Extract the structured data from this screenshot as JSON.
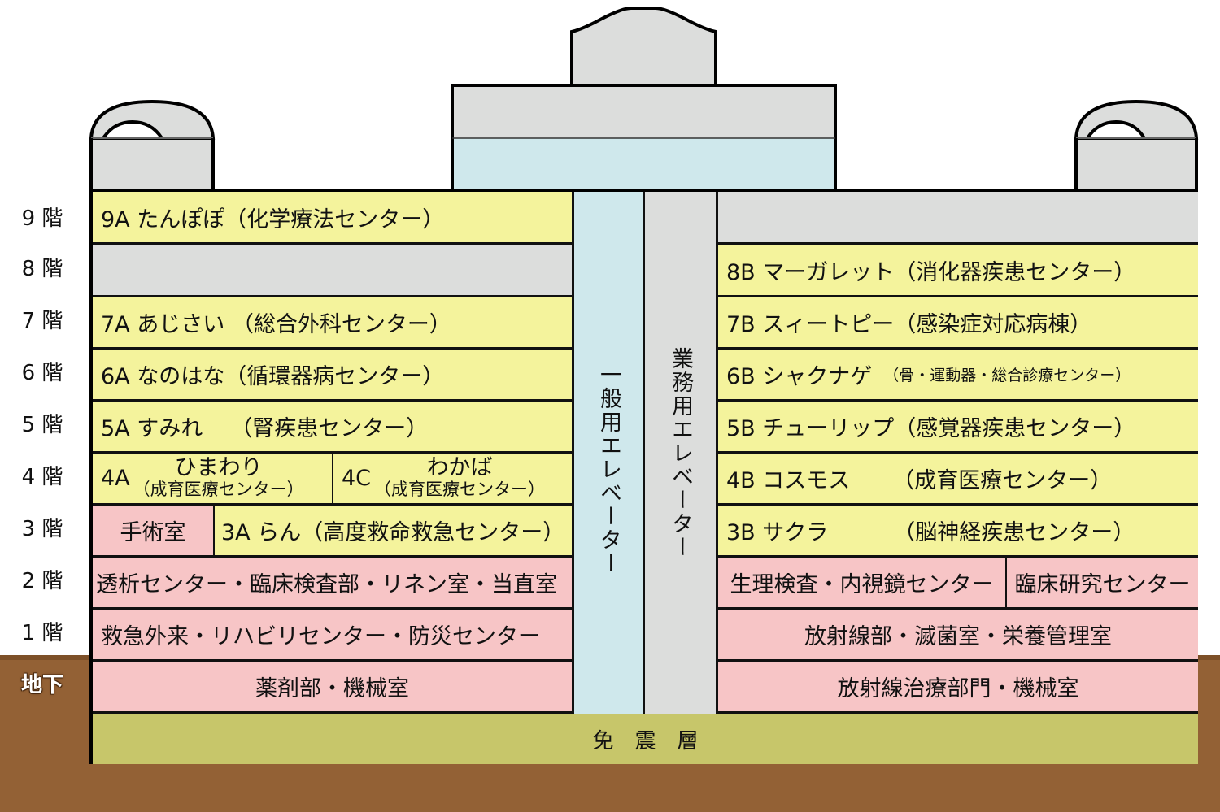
{
  "colors": {
    "ward": "#f4f39c",
    "facility": "#f7c5c6",
    "unused": "#dcdddc",
    "elevator_general": "#cfe8ec",
    "isolation_layer": "#c7c66a",
    "ground": "#936135"
  },
  "floor_labels": {
    "f9": "9 階",
    "f8": "8 階",
    "f7": "7 階",
    "f6": "6 階",
    "f5": "5 階",
    "f4": "4 階",
    "f3": "3 階",
    "f2": "2 階",
    "f1": "1 階",
    "b1": "地下"
  },
  "west": {
    "f9": "9A たんぽぽ（化学療法センター）",
    "f7": "7A あじさい （総合外科センター）",
    "f6": "6A なのはな（循環器病センター）",
    "f5": {
      "code": "5A すみれ",
      "name": "（腎疾患センター）"
    },
    "f4a": {
      "code": "4A",
      "name": "ひまわり",
      "sub": "（成育医療センター）"
    },
    "f4c": {
      "code": "4C",
      "name": "わかば",
      "sub": "（成育医療センター）"
    },
    "f3_or": "手術室",
    "f3a": "3A らん（高度救命救急センター）",
    "f2": "透析センター・臨床検査部・リネン室・当直室",
    "f1": "救急外来・リハビリセンター・防災センター",
    "b1": "薬剤部・機械室"
  },
  "east": {
    "f8": "8B マーガレット（消化器疾患センター）",
    "f7": "7B スィートピー（感染症対応病棟）",
    "f6": {
      "code": "6B シャクナゲ",
      "name": "（骨・運動器・総合診療センター）"
    },
    "f5": "5B チューリップ（感覚器疾患センター）",
    "f4": {
      "code": "4B コスモス",
      "name": "（成育医療センター）"
    },
    "f3": {
      "code": "3B サクラ",
      "name": "（脳神経疾患センター）"
    },
    "f2a": "生理検査・内視鏡センター",
    "f2b": "臨床研究センター",
    "f1": "放射線部・滅菌室・栄養管理室",
    "b1": "放射線治療部門・機械室"
  },
  "elevators": {
    "general": "一般用エレベーター",
    "service": "業務用エレベーター"
  },
  "isolation_layer": "免　震　層"
}
